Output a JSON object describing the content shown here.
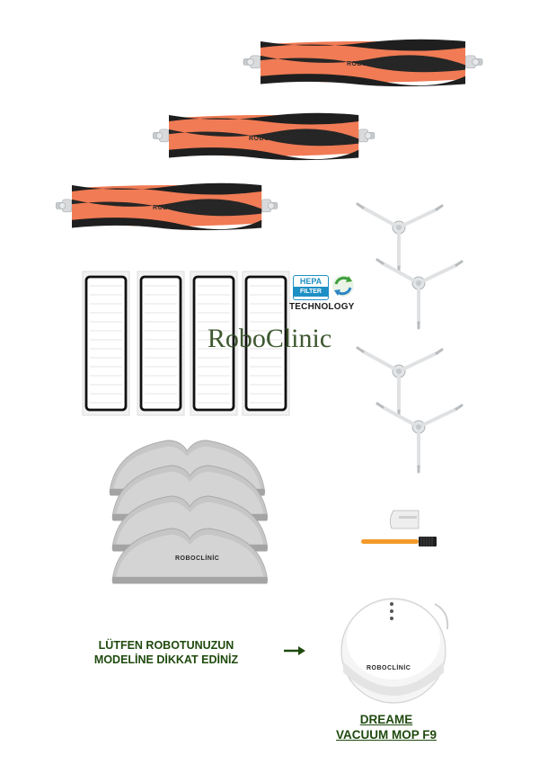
{
  "brush_brand": "ROBOCLİNİC",
  "mop_brand": "ROBOCLİNİC",
  "robot_brand": "ROBOCLİNİC",
  "watermark": "RoboClinic",
  "hepa": {
    "top": "HEPA",
    "bottom": "FILTER",
    "technology": "TECHNOLOGY"
  },
  "notice": {
    "line1": "LÜTFEN ROBOTUNUZUN",
    "line2": "MODELİNE DİKKAT EDİNİZ"
  },
  "model": {
    "line1": "DREAME",
    "line2": "VACUUM MOP F9"
  },
  "icons": [
    "main-brush",
    "hepa-filter",
    "side-brush",
    "mop-pad",
    "cleaning-tool",
    "arrow-right",
    "robot-vacuum",
    "recycle-icon"
  ],
  "colors": {
    "brush_orange": "#f07b55",
    "bristle": "#1f1f1f",
    "text_green": "#1f4a0e",
    "hepa_blue": "#1e8fc4"
  }
}
